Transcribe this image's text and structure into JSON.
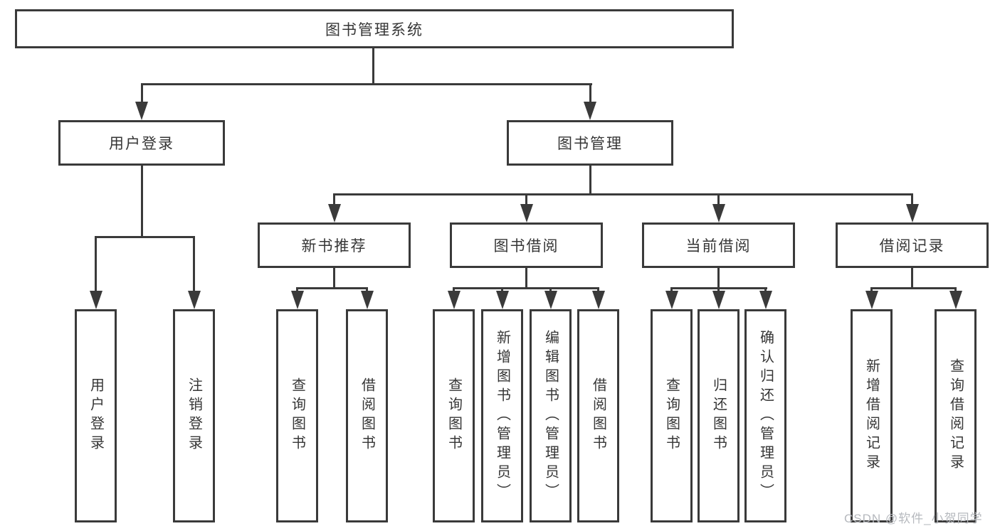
{
  "diagram": {
    "root": {
      "label": "图书管理系统",
      "children": [
        {
          "label": "用户登录",
          "children": [
            {
              "label": "用户登录"
            },
            {
              "label": "注销登录"
            }
          ]
        },
        {
          "label": "图书管理",
          "children": [
            {
              "label": "新书推荐",
              "children": [
                {
                  "label": "查询图书"
                },
                {
                  "label": "借阅图书"
                }
              ]
            },
            {
              "label": "图书借阅",
              "children": [
                {
                  "label": "查询图书"
                },
                {
                  "label": "新增图书（管理员）"
                },
                {
                  "label": "编辑图书（管理员）"
                },
                {
                  "label": "借阅图书"
                }
              ]
            },
            {
              "label": "当前借阅",
              "children": [
                {
                  "label": "查询图书"
                },
                {
                  "label": "归还图书"
                },
                {
                  "label": "确认归还（管理员）"
                }
              ]
            },
            {
              "label": "借阅记录",
              "children": [
                {
                  "label": "新增借阅记录"
                },
                {
                  "label": "查询借阅记录"
                }
              ]
            }
          ]
        }
      ]
    }
  },
  "watermark": {
    "text": "CSDN @软件_小贺同学"
  },
  "colors": {
    "line": "#3a3a3a",
    "text": "#363636",
    "box_background": "#ffffff",
    "watermark": "#b6b9be",
    "page_background": "#ffffff"
  }
}
